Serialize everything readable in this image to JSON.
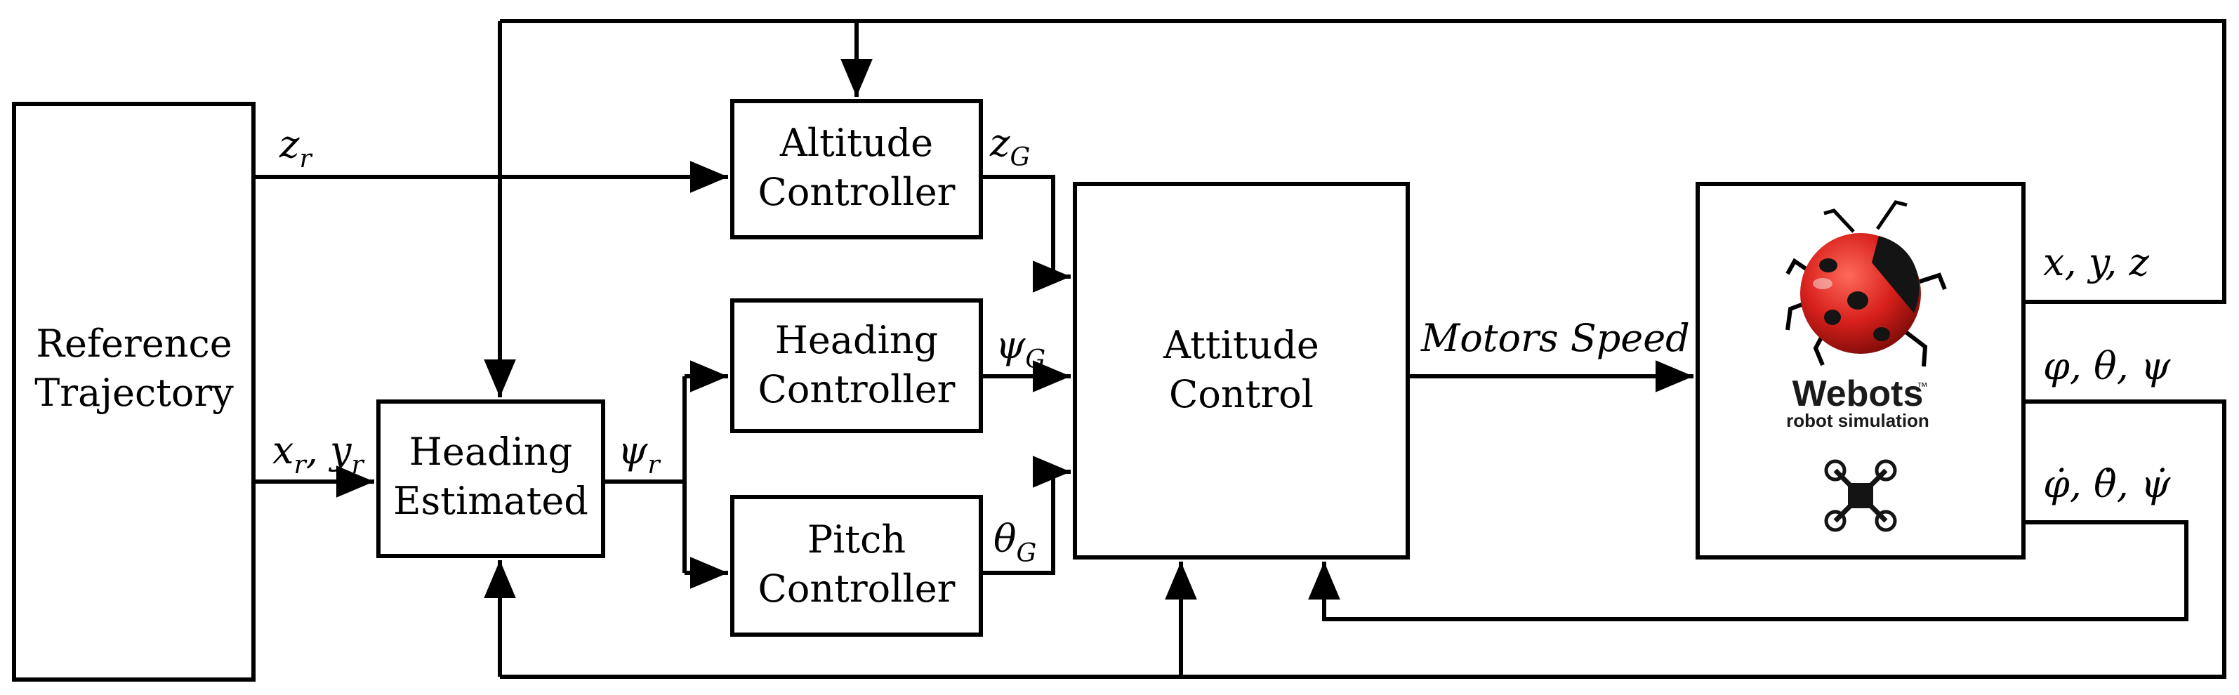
{
  "blocks": {
    "reference_trajectory": [
      "Reference",
      "Trajectory"
    ],
    "altitude_controller": [
      "Altitude",
      "Controller"
    ],
    "heading_controller": [
      "Heading",
      "Controller"
    ],
    "pitch_controller": [
      "Pitch",
      "Controller"
    ],
    "heading_estimated": [
      "Heading",
      "Estimated"
    ],
    "attitude_control": [
      "Attitude",
      "Control"
    ]
  },
  "webots": {
    "title": "Webots",
    "trademark": "™",
    "subtitle": "robot simulation",
    "icons": [
      "ladybug-icon",
      "quadcopter-icon"
    ]
  },
  "signals": {
    "z_r": {
      "base": "z",
      "sub": "r"
    },
    "xy_r": {
      "a": "x",
      "a_sub": "r",
      "sep": ", ",
      "b": "y",
      "b_sub": "r"
    },
    "psi_r": {
      "base": "ψ",
      "sub": "r"
    },
    "z_G": {
      "base": "z",
      "sub": "G"
    },
    "psi_G": {
      "base": "ψ",
      "sub": "G"
    },
    "theta_G": {
      "base": "θ",
      "sub": "G"
    },
    "motors_speed": "Motors Speed",
    "position_out": "x, y, z",
    "angles_out": "φ, θ, ψ",
    "rates_out": "φ̇, θ̇, ψ̇"
  },
  "colors": {
    "stroke": "#000000",
    "ladybug_red": "#d8201c",
    "ladybug_dark": "#141414"
  }
}
